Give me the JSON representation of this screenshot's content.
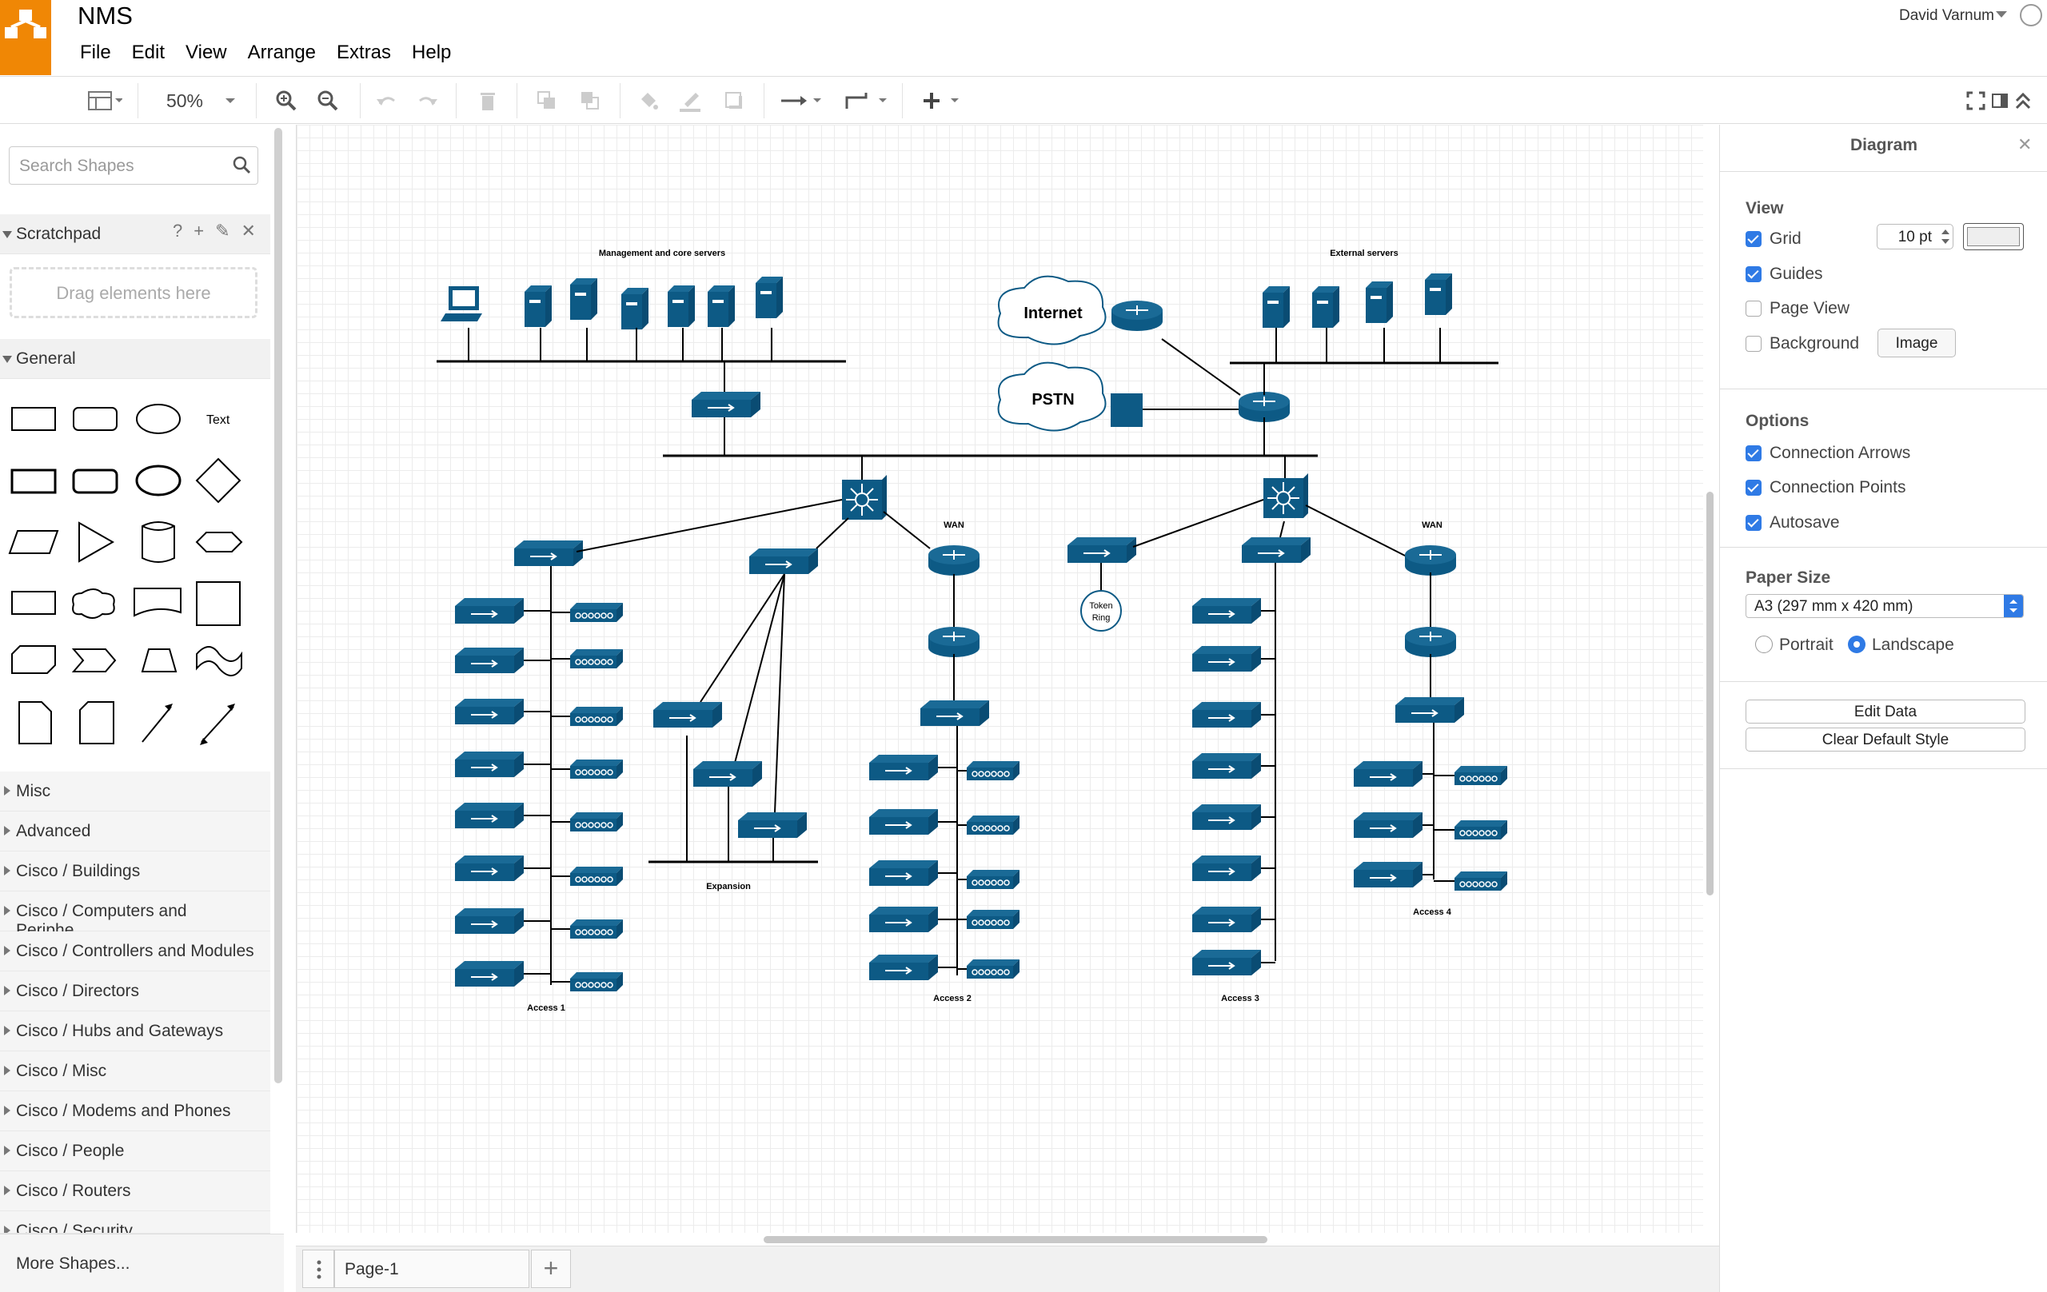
{
  "app": {
    "title": "NMS",
    "user": "David Varnum"
  },
  "menu": [
    "File",
    "Edit",
    "View",
    "Arrange",
    "Extras",
    "Help"
  ],
  "toolbar": {
    "zoom": "50%"
  },
  "sidebar": {
    "search_placeholder": "Search Shapes",
    "scratchpad": {
      "title": "Scratchpad",
      "drag_hint": "Drag elements here",
      "help": "?"
    },
    "general": {
      "title": "General",
      "text_shape": "Text"
    },
    "categories": [
      "Misc",
      "Advanced",
      "Cisco / Buildings",
      "Cisco / Computers and Periphe...",
      "Cisco / Controllers and Modules",
      "Cisco / Directors",
      "Cisco / Hubs and Gateways",
      "Cisco / Misc",
      "Cisco / Modems and Phones",
      "Cisco / People",
      "Cisco / Routers",
      "Cisco / Security"
    ],
    "more_shapes": "More Shapes..."
  },
  "pages": {
    "current": "Page-1"
  },
  "diagram": {
    "labels": {
      "mgmt": "Management and core servers",
      "external": "External servers",
      "internet": "Internet",
      "pstn": "PSTN",
      "wan1": "WAN",
      "wan2": "WAN",
      "expansion": "Expansion",
      "access1": "Access 1",
      "access2": "Access 2",
      "access3": "Access 3",
      "access4": "Access 4",
      "token_ring_1": "Token",
      "token_ring_2": "Ring"
    }
  },
  "format_panel": {
    "title": "Diagram",
    "view": {
      "heading": "View",
      "grid": "Grid",
      "grid_size": "10 pt",
      "guides": "Guides",
      "page_view": "Page View",
      "background": "Background",
      "image_button": "Image"
    },
    "options": {
      "heading": "Options",
      "connection_arrows": "Connection Arrows",
      "connection_points": "Connection Points",
      "autosave": "Autosave"
    },
    "paper": {
      "heading": "Paper Size",
      "size": "A3 (297 mm x 420 mm)",
      "portrait": "Portrait",
      "landscape": "Landscape"
    },
    "edit_data": "Edit Data",
    "clear_style": "Clear Default Style"
  }
}
